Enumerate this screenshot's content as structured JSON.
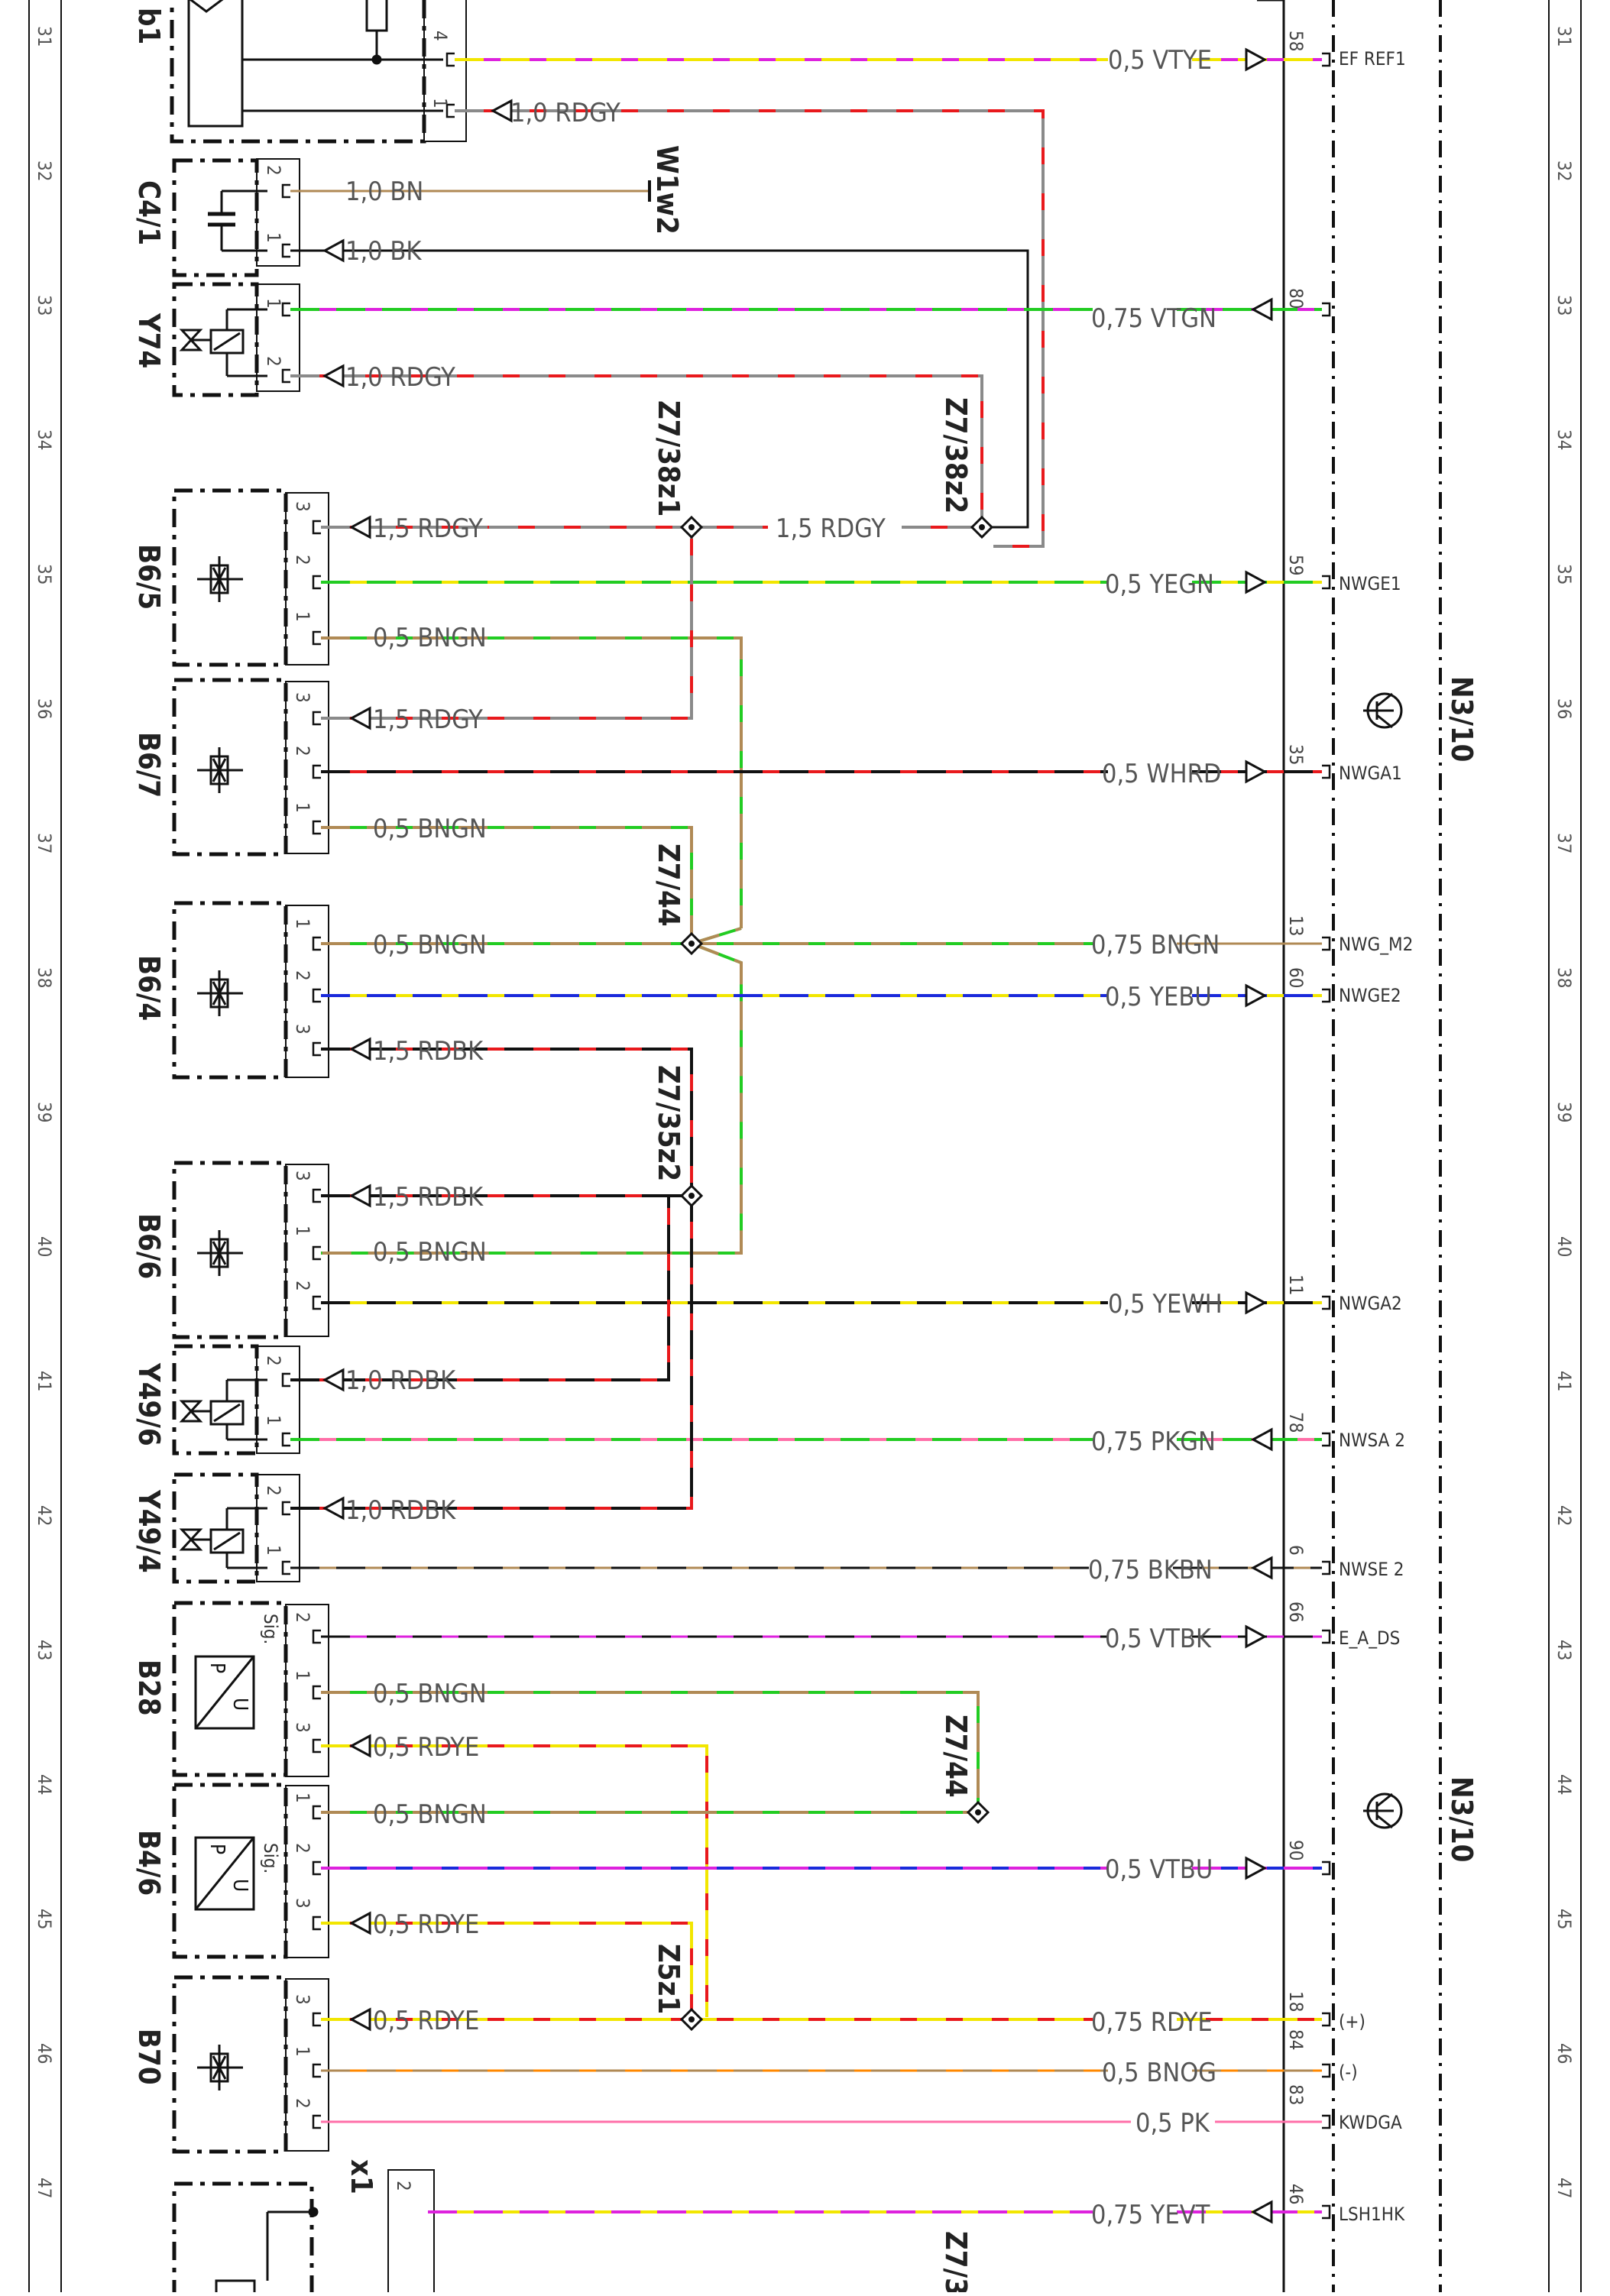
{
  "rows": [
    "31",
    "32",
    "33",
    "34",
    "35",
    "36",
    "37",
    "38",
    "39",
    "40",
    "41",
    "42",
    "43",
    "44",
    "45",
    "46",
    "47"
  ],
  "components": {
    "b1": "b1",
    "c4_1": "C4/1",
    "y74": "Y74",
    "b6_5": "B6/5",
    "b6_7": "B6/7",
    "b6_4": "B6/4",
    "b6_6": "B6/6",
    "y49_6": "Y49/6",
    "y49_4": "Y49/4",
    "b28": "B28",
    "b4_6": "B4/6",
    "b70": "B70",
    "x1": "x1",
    "n3_10_top": "N3/10",
    "n3_10_bottom": "N3/10"
  },
  "splices": {
    "w1w2": "W1w2",
    "z7_38z1": "Z7/38z1",
    "z7_38z2": "Z7/38z2",
    "z7_44_a": "Z7/44",
    "z7_35z2": "Z7/35z2",
    "z7_44_b": "Z7/44",
    "z5z1": "Z5z1",
    "z7_cut": "Z7/3"
  },
  "left_wires": {
    "rdgy_top": "1,0  RDGY",
    "c4_bn": "1,0  BN",
    "c4_bk": "1,0  BK",
    "y74_rdgy": "1,0  RDGY",
    "b65_rdgy": "1,5  RDGY",
    "mid_rdgy": "1,5  RDGY",
    "b65_bngn": "0,5  BNGN",
    "b67_rdgy": "1,5  RDGY",
    "b67_bngn": "0,5  BNGN",
    "b64_bngn": "0,5  BNGN",
    "b64_rdbk": "1,5  RDBK",
    "b66_rdbk": "1,5  RDBK",
    "b66_bngn": "0,5  BNGN",
    "y496_rdbk": "1,0  RDBK",
    "y494_rdbk": "1,0  RDBK",
    "b28_bngn": "0,5  BNGN",
    "b28_rdye": "0,5  RDYE",
    "b46_bngn": "0,5  BNGN",
    "b46_rdye": "0,5  RDYE",
    "b70_rdye": "0,5  RDYE"
  },
  "right_wires": [
    {
      "label": "0,5  VTYE",
      "pin": "58",
      "signal": "EF  REF1"
    },
    {
      "label": "0,75  VTGN",
      "pin": "80",
      "signal": ""
    },
    {
      "label": "0,5  YEGN",
      "pin": "59",
      "signal": "NWGE1"
    },
    {
      "label": "0,5  WHRD",
      "pin": "35",
      "signal": "NWGA1"
    },
    {
      "label": "0,75  BNGN",
      "pin": "13",
      "signal": "NWG_M2"
    },
    {
      "label": "0,5  YEBU",
      "pin": "60",
      "signal": "NWGE2"
    },
    {
      "label": "0,5  YEWH",
      "pin": "11",
      "signal": "NWGA2"
    },
    {
      "label": "0,75  PKGN",
      "pin": "78",
      "signal": "NWSA  2"
    },
    {
      "label": "0,75  BKBN",
      "pin": "6",
      "signal": "NWSE  2"
    },
    {
      "label": "0,5  VTBK",
      "pin": "66",
      "signal": "E_A_DS"
    },
    {
      "label": "0,5  VTBU",
      "pin": "90",
      "signal": ""
    },
    {
      "label": "0,75  RDYE",
      "pin": "18",
      "signal": "(+)"
    },
    {
      "label": "0,5  BNOG",
      "pin": "84",
      "signal": "(-)"
    },
    {
      "label": "0,5  PK",
      "pin": "83",
      "signal": "KWDGA"
    },
    {
      "label": "0,75  YEVT",
      "pin": "46",
      "signal": "LSH1HK"
    }
  ],
  "colors": {
    "VT": "#dd22dd",
    "YE": "#f2e600",
    "RD": "#e8191c",
    "GY": "#8a8a8a",
    "GN": "#22cc22",
    "BN": "#b08a55",
    "BU": "#1a2adb",
    "WH": "#ffffff",
    "BK": "#111111",
    "PK": "#ff6fa8",
    "OG": "#ff8800"
  }
}
